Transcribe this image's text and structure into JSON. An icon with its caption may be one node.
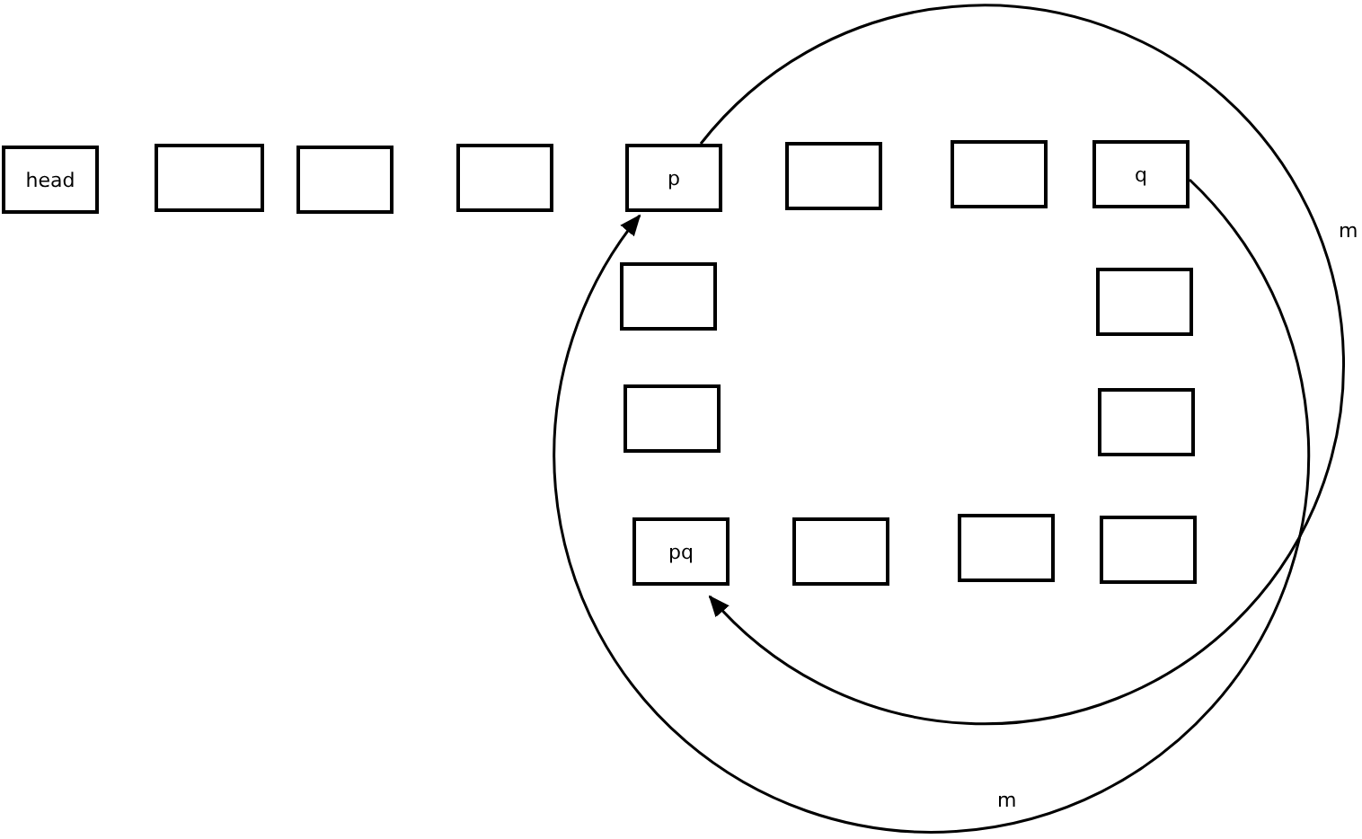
{
  "diagram": {
    "nodes": [
      {
        "text": [
          "head"
        ]
      },
      {
        "text": [],
        "shape": "box"
      },
      {
        "text": [],
        "shape": "box"
      },
      {
        "text": [],
        "shape": "box"
      },
      {
        "text": [
          "p"
        ]
      },
      {
        "text": [],
        "shape": "box"
      },
      {
        "text": [],
        "shape": "box"
      },
      {
        "text": [
          "q"
        ]
      },
      {
        "text": [],
        "shape": "box"
      },
      {
        "text": [],
        "shape": "box"
      },
      {
        "text": [],
        "shape": "box"
      },
      {
        "text": [],
        "shape": "box"
      },
      {
        "text": [
          "pq"
        ]
      },
      {
        "text": [],
        "shape": "box"
      },
      {
        "text": [],
        "shape": "box"
      },
      {
        "text": [],
        "shape": "box"
      }
    ],
    "edges": [
      {
        "from": 4,
        "to": 12,
        "arrow": "to",
        "label": "m"
      },
      {
        "from": 7,
        "to": 4,
        "arrow": "to",
        "label": "m"
      }
    ]
  }
}
